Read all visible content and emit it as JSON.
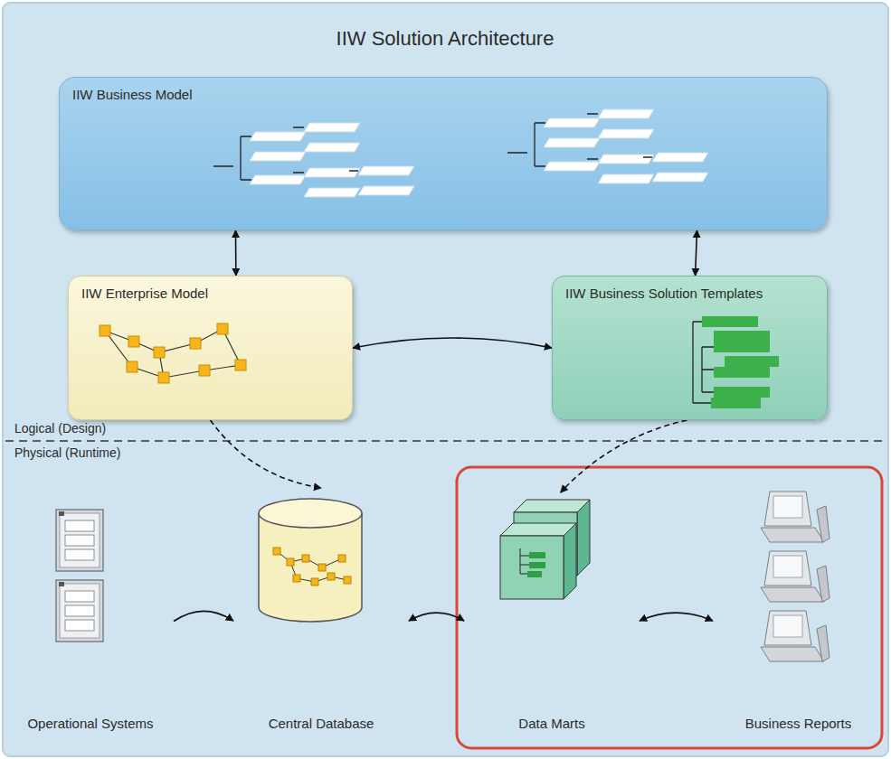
{
  "diagram": {
    "title": "IIW Solution Architecture",
    "nodes": [
      {
        "text": [
          "IIW Business Model"
        ]
      },
      {
        "text": [
          "IIW Enterprise Model"
        ]
      },
      {
        "text": [
          "IIW Business Solution Templates"
        ]
      },
      {
        "text": [
          "Operational Systems"
        ]
      },
      {
        "text": [
          "Central Database"
        ]
      },
      {
        "text": [
          "Data Marts"
        ]
      },
      {
        "text": [
          "Business Reports"
        ]
      }
    ],
    "edges": [
      {
        "from": 0,
        "to": 1,
        "arrow": "both"
      },
      {
        "from": 0,
        "to": 2,
        "arrow": "both"
      },
      {
        "from": 1,
        "to": 2,
        "arrow": "both"
      },
      {
        "from": 1,
        "to": 4,
        "arrow": "to"
      },
      {
        "from": 2,
        "to": 5,
        "arrow": "to"
      },
      {
        "from": 3,
        "to": 4,
        "arrow": "to"
      },
      {
        "from": 4,
        "to": 5,
        "arrow": "both"
      },
      {
        "from": 5,
        "to": 6,
        "arrow": "both"
      }
    ],
    "labels": [
      "Logical (Design)",
      "Physical (Runtime)"
    ]
  }
}
